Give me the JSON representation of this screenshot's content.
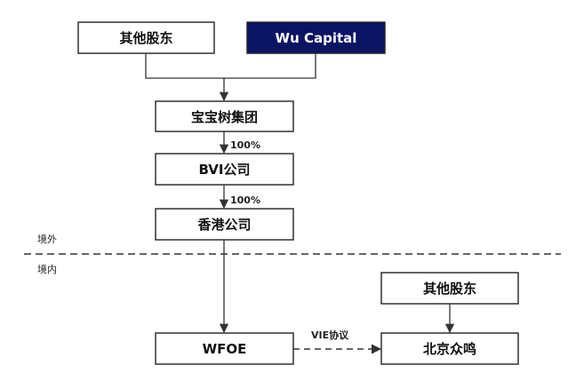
{
  "diagram": {
    "nodes": {
      "other_shareholders_top": "其他股东",
      "wu_capital": "Wu Capital",
      "baobaoshu_group": "宝宝树集团",
      "bvi_company": "BVI公司",
      "hk_company": "香港公司",
      "other_shareholders_right": "其他股东",
      "wfoe": "WFOE",
      "beijing_zhongming": "北京众鸣"
    },
    "edges": {
      "group_to_bvi": "100%",
      "bvi_to_hk": "100%",
      "vie_agreement": "VIE协议"
    },
    "regions": {
      "offshore": "境外",
      "onshore": "境内"
    },
    "colors": {
      "node_fill": "#ffffff",
      "highlight_fill": "#0b1463",
      "line": "#333333",
      "text": "#111111"
    }
  }
}
